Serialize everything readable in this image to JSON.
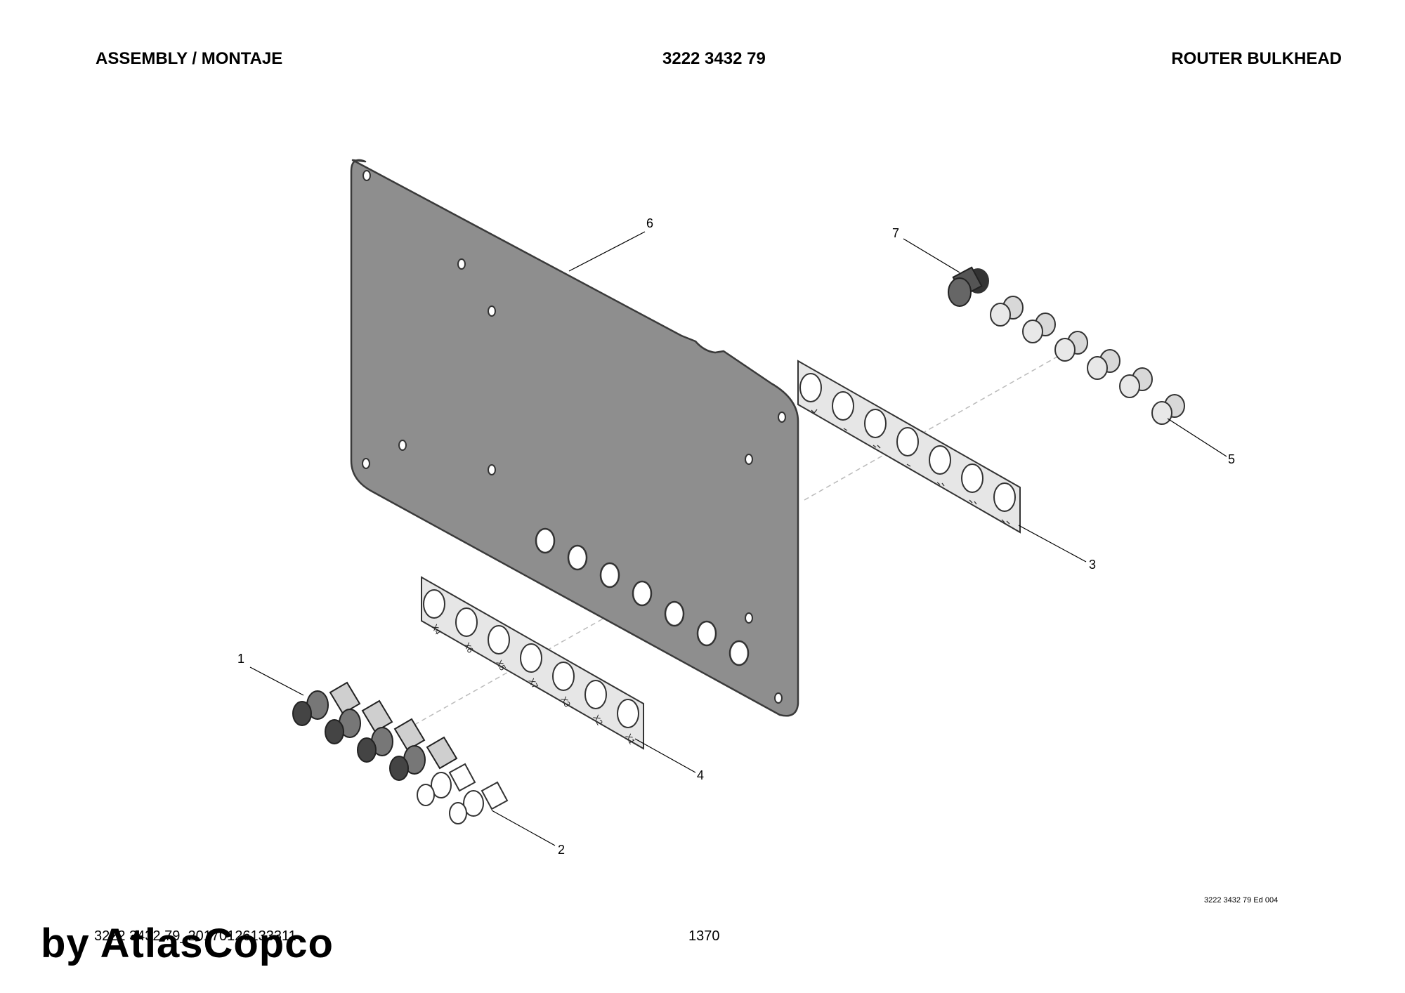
{
  "header": {
    "left": "ASSEMBLY / MONTAJE",
    "center": "3222 3432 79",
    "right": "ROUTER BULKHEAD"
  },
  "callouts": [
    "1",
    "2",
    "3",
    "4",
    "5",
    "6",
    "7"
  ],
  "plate_labels_lower": [
    "X4",
    "X6",
    "X5",
    "X7",
    "X3",
    "X2",
    "X1"
  ],
  "edition": "3222 3432 79 Ed 004",
  "footer": {
    "doc_id": "3222 3432 79_20170126133311",
    "page": "1370",
    "watermark": "by AtlasCopco"
  },
  "colors": {
    "panel": "#8e8e8e",
    "panel_stroke": "#3a3a3a",
    "strip": "#e4e4e4",
    "plug": "#555555"
  }
}
